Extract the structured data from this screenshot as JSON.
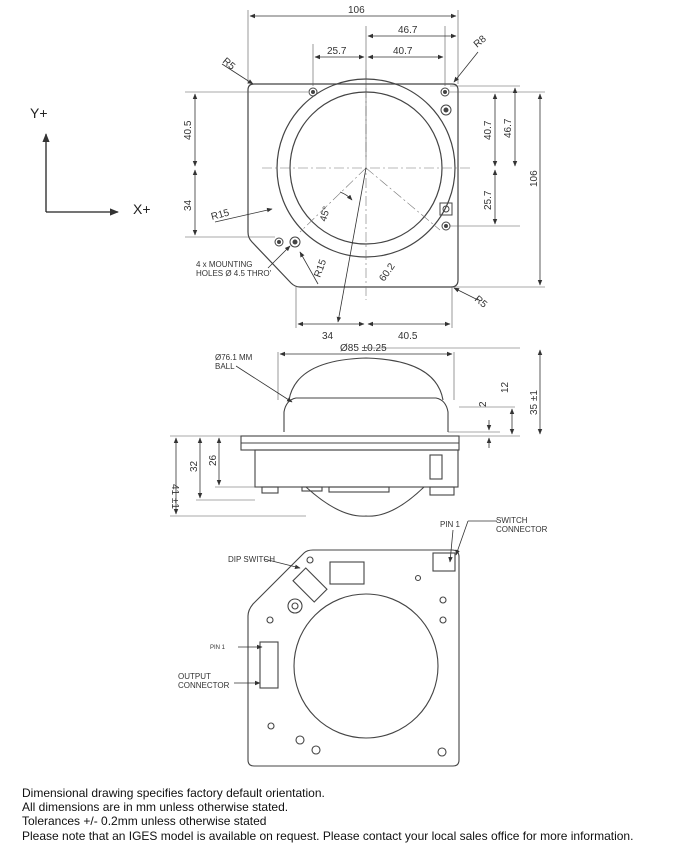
{
  "axes": {
    "y_label": "Y+",
    "x_label": "X+"
  },
  "top_view": {
    "dims": {
      "overall_width": "106",
      "half_width": "46.7",
      "hole_spacing_x": "40.7",
      "hole_offset_left": "25.7",
      "corner_radius_top_right": "R8",
      "corner_radius_top_left": "R5",
      "upper_height": "40.5",
      "lower_height": "34",
      "right_upper": "40.7",
      "right_half": "46.7",
      "right_lower": "25.7",
      "overall_height": "106",
      "chamfer_radius_1": "R15",
      "chamfer_radius_2": "R15",
      "angle": "45°",
      "diag_radius": "60.2",
      "bottom_left": "34",
      "bottom_right": "40.5",
      "corner_radius_bottom_right": "R5"
    },
    "mounting_note_line1": "4 x MOUNTING",
    "mounting_note_line2": "HOLES Ø 4.5 THRO'"
  },
  "side_view": {
    "ball_note_line1": "Ø76.1 MM",
    "ball_note_line2": "BALL",
    "diameter": "Ø85 ±0.25",
    "dim_2": "2",
    "dim_12": "12",
    "dim_35": "35 ±1",
    "dim_41": "41 ±1",
    "dim_32": "32",
    "dim_26": "26"
  },
  "bottom_view": {
    "pin1_top": "PIN 1",
    "switch_connector_line1": "SWITCH",
    "switch_connector_line2": "CONNECTOR",
    "dip_switch": "DIP SWITCH",
    "pin1_left": "PIN 1",
    "output_connector_line1": "OUTPUT",
    "output_connector_line2": "CONNECTOR"
  },
  "notes": [
    "Dimensional drawing specifies factory default orientation.",
    "All dimensions are in mm unless otherwise stated.",
    "Tolerances +/- 0.2mm unless otherwise stated",
    "Please note that an IGES model is available on request. Please contact your local sales office for more information."
  ]
}
